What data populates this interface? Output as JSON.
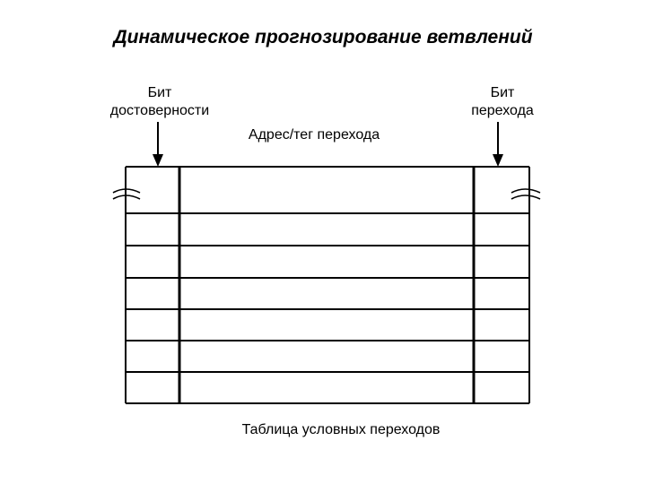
{
  "title": "Динамическое прогнозирование ветвлений",
  "labels": {
    "valid_bit_line1": "Бит",
    "valid_bit_line2": "достоверности",
    "address_tag": "Адрес/тег перехода",
    "branch_bit_line1": "Бит",
    "branch_bit_line2": "перехода",
    "caption": "Таблица условных переходов"
  },
  "table": {
    "columns": [
      "valid-bit",
      "address-tag",
      "branch-bit"
    ],
    "row_count": 7,
    "top_row_continues": true
  }
}
